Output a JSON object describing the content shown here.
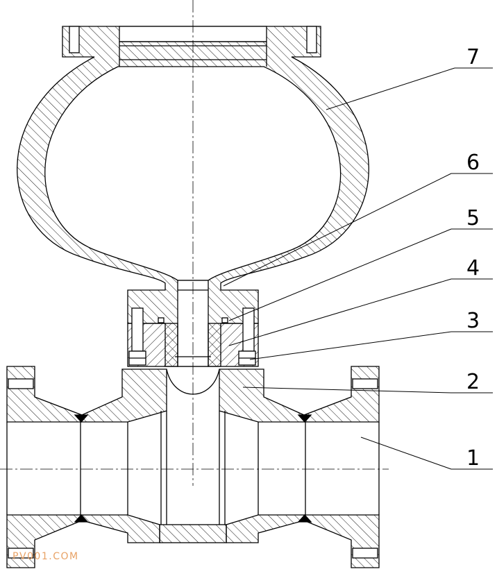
{
  "labels": [
    "1",
    "2",
    "3",
    "4",
    "5",
    "6",
    "7"
  ],
  "watermark": "PV001.COM"
}
